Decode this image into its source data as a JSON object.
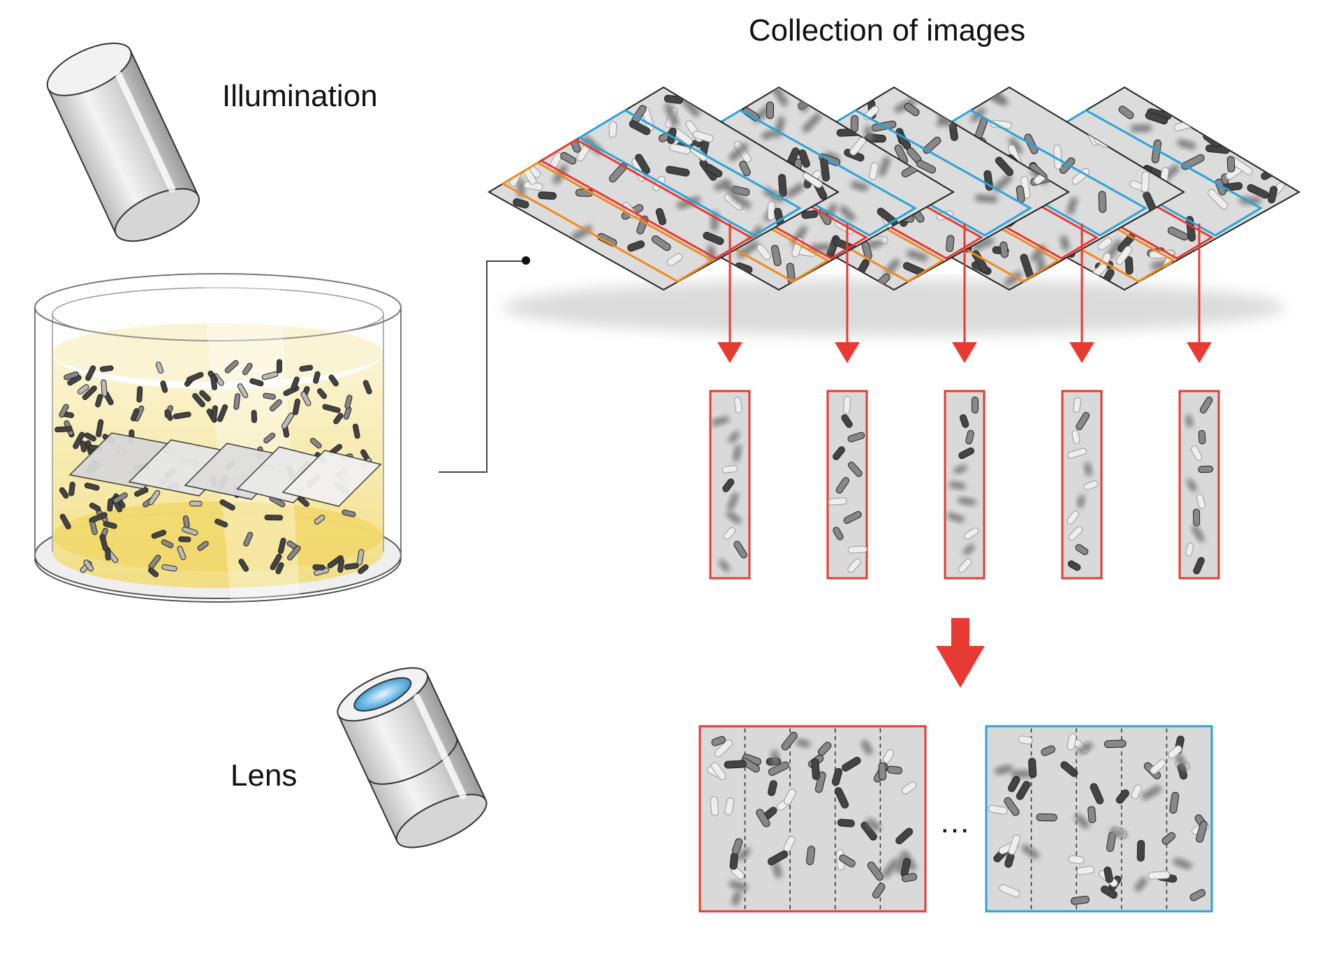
{
  "labels": {
    "illumination": "Illumination",
    "collection": "Collection of images",
    "lens": "Lens",
    "ellipsis": "..."
  },
  "counts": {
    "stacked_images": 5,
    "strips": 5,
    "combined_panels": 2,
    "segments_per_panel": 5
  },
  "colors": {
    "red": "#e63a33",
    "blue": "#2aa3d8",
    "orange": "#f08a1c",
    "strip_bg": "#d9d9d9",
    "medium": "#f7e9a6",
    "cell": "#555555"
  },
  "icons": {
    "illumination": "light-source-cylinder-icon",
    "lens": "lens-cylinder-icon"
  }
}
